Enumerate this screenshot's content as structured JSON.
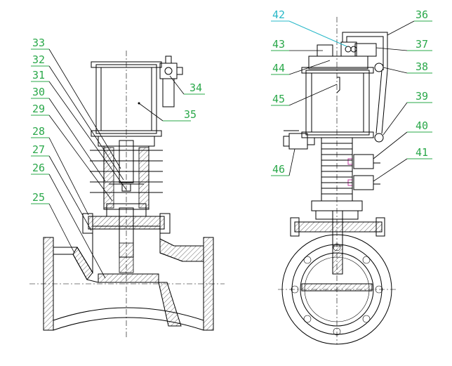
{
  "callouts": {
    "left": [
      "33",
      "32",
      "31",
      "30",
      "29",
      "28",
      "27",
      "26",
      "25"
    ],
    "top_left_35": "35",
    "label_34": "34",
    "right": [
      "42",
      "43",
      "44",
      "45",
      "46"
    ],
    "right_side": [
      "36",
      "37",
      "38",
      "39",
      "40",
      "41"
    ]
  },
  "colors": {
    "leader": "#2aa84a",
    "leader_cyan": "#28b8c8",
    "line": "#000000",
    "accent_magenta": "#c03aa0"
  }
}
